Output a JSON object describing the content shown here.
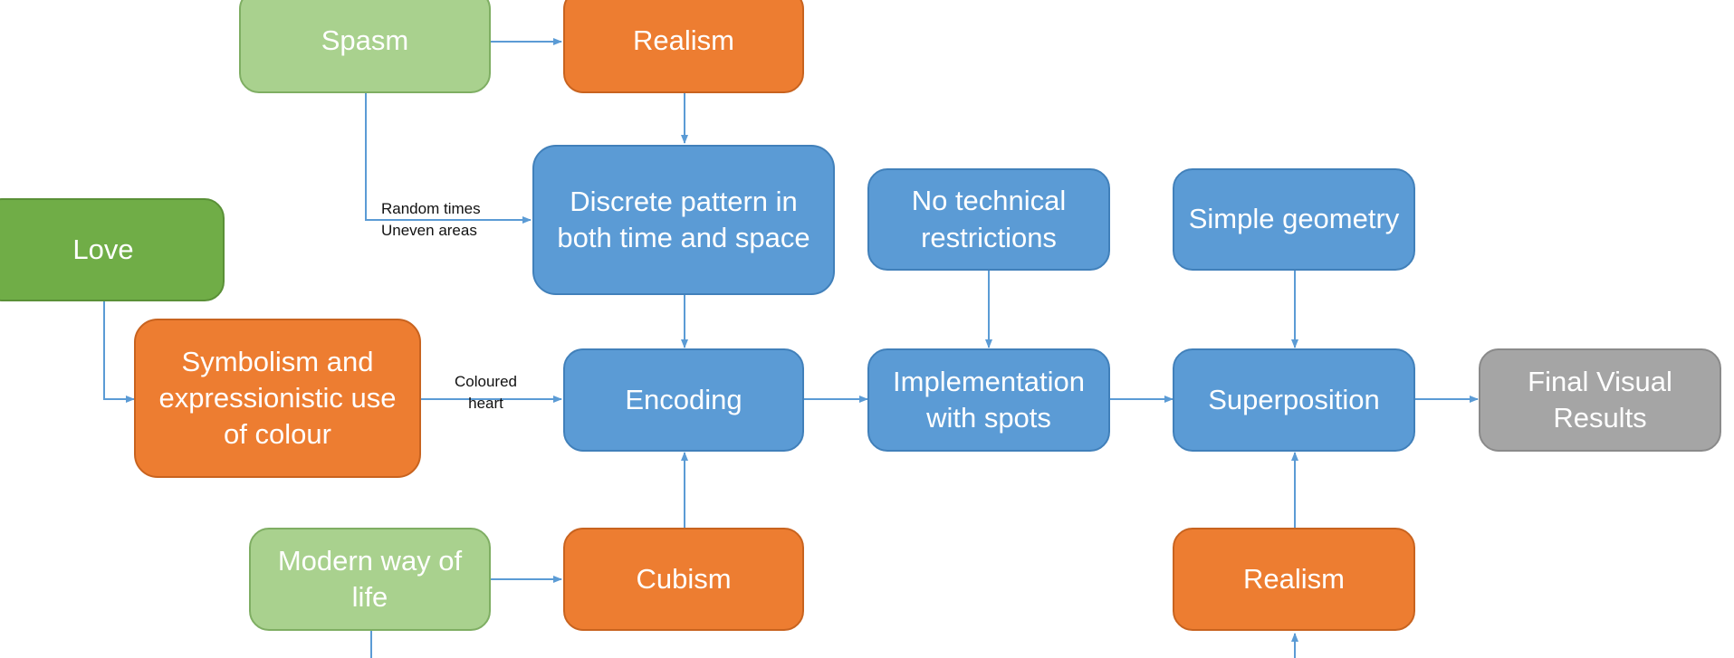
{
  "nodes": {
    "spasm": "Spasm",
    "realism_top": "Realism",
    "discrete_pattern": "Discrete pattern in both time and space",
    "no_technical": "No technical restrictions",
    "simple_geometry": "Simple geometry",
    "love": "Love",
    "symbolism": "Symbolism and expressionistic use of colour",
    "encoding": "Encoding",
    "implementation": "Implementation with spots",
    "superposition": "Superposition",
    "final_results": "Final Visual Results",
    "modern_life": "Modern way of life",
    "cubism": "Cubism",
    "realism_bottom": "Realism"
  },
  "edge_labels": {
    "random_times": "Random times\nUneven areas",
    "coloured_heart": "Coloured\nheart"
  },
  "colors": {
    "light_green": "#a9d18e",
    "green": "#70ad47",
    "orange": "#ed7d31",
    "blue": "#5b9bd5",
    "gray": "#a5a5a5",
    "connector": "#5b9bd5"
  }
}
